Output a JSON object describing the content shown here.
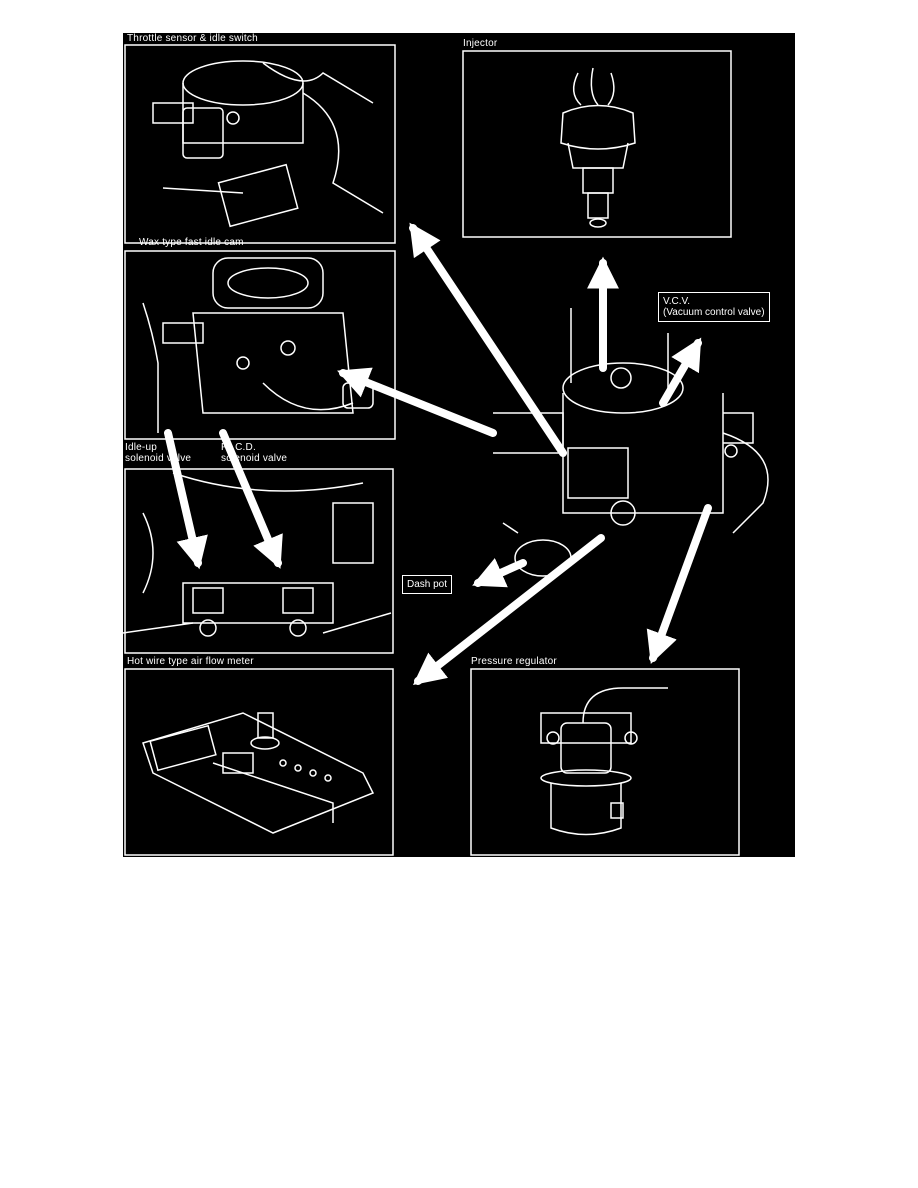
{
  "labels": {
    "throttle_sensor": "Throttle sensor & idle switch",
    "injector": "Injector",
    "wax_type": "Wax type fast idle cam",
    "vcv_line1": "V.C.V.",
    "vcv_line2": "(Vacuum control valve)",
    "idle_up_line1": "Idle-up",
    "idle_up_line2": "solenoid valve",
    "ficd_line1": "F.I.C.D.",
    "ficd_line2": "solenoid valve",
    "dash_pot": "Dash pot",
    "hot_wire": "Hot wire type air flow meter",
    "pressure_regulator": "Pressure regulator"
  },
  "colors": {
    "background": "#000000",
    "line": "#ffffff",
    "page": "#ffffff"
  }
}
